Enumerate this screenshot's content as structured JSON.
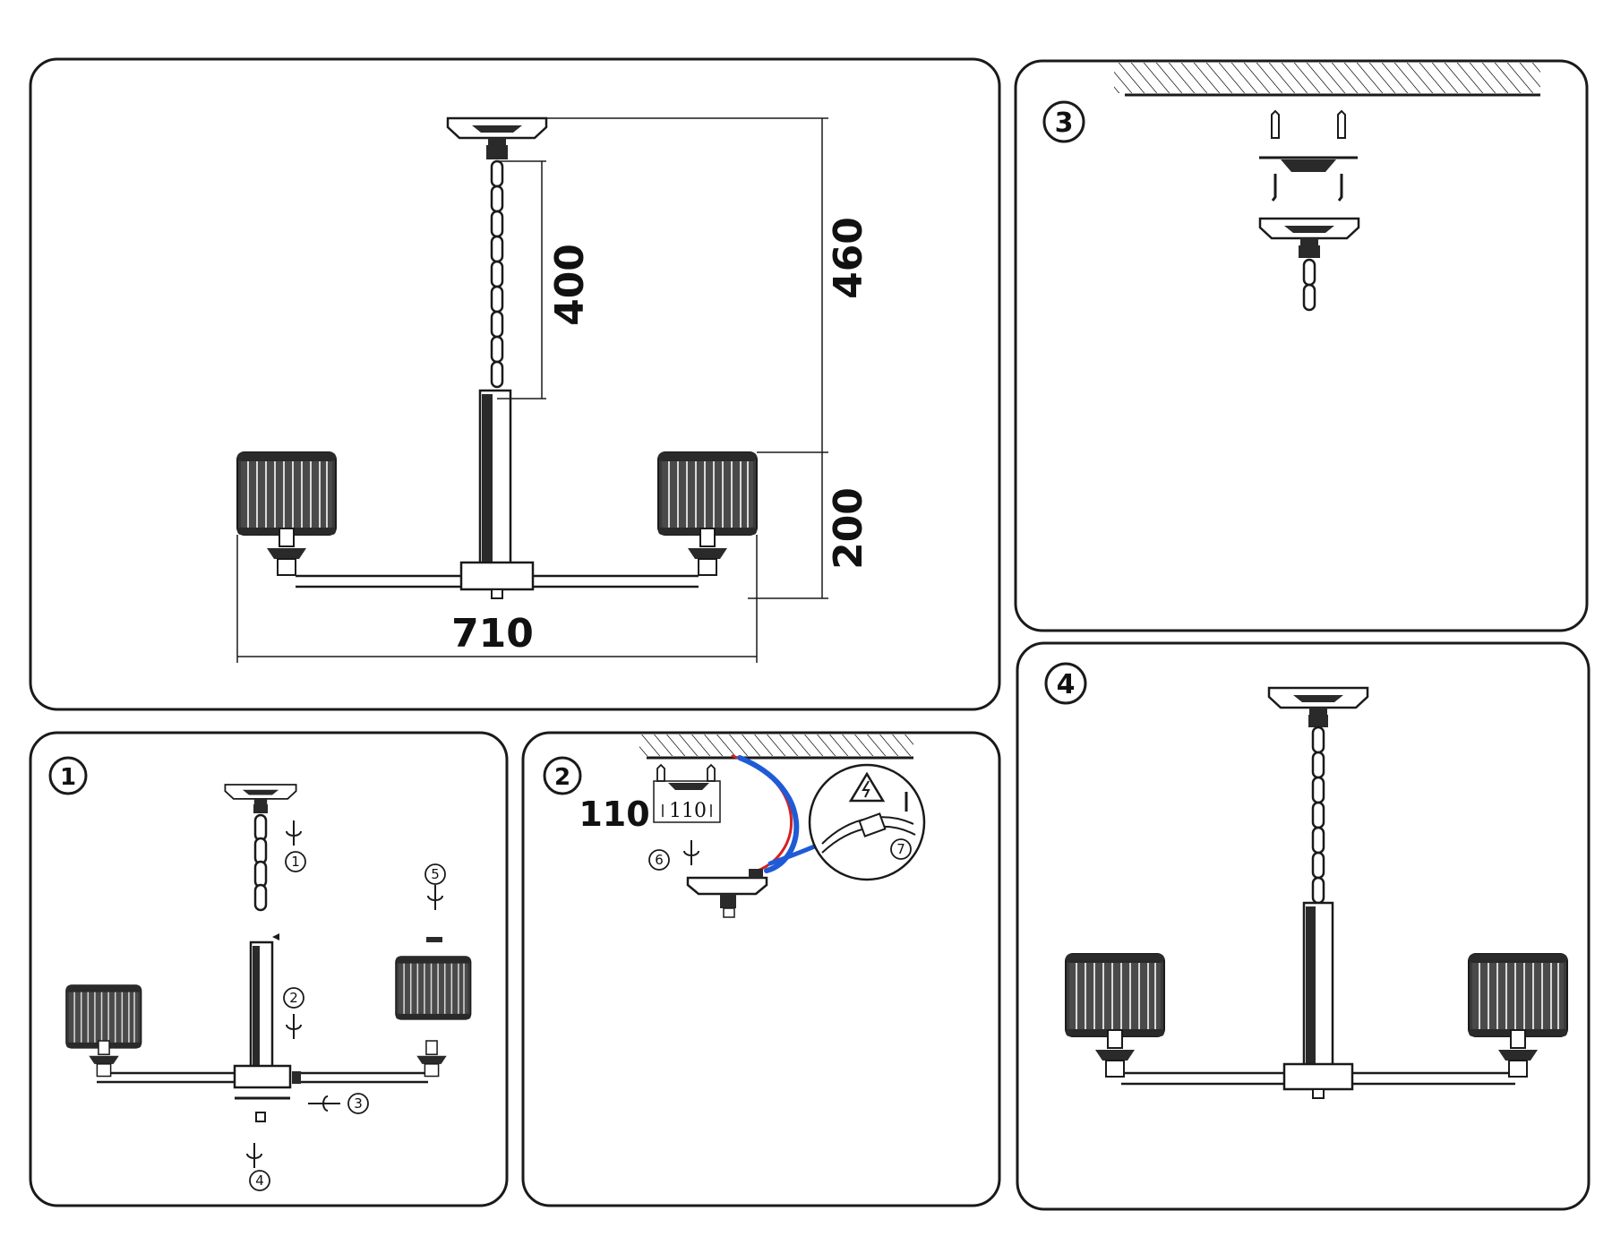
{
  "main_view": {
    "dim_width": "710",
    "dim_chain": "400",
    "dim_drop": "460",
    "dim_shade": "200"
  },
  "steps": {
    "step1": {
      "badge": "1",
      "subs": [
        "1",
        "2",
        "3",
        "4",
        "5"
      ]
    },
    "step2": {
      "badge": "2",
      "mount_size_big": "110",
      "mount_size_small": "110",
      "subs": [
        "6",
        "7"
      ]
    },
    "step3": {
      "badge": "3"
    },
    "step4": {
      "badge": "4"
    }
  },
  "colors": {
    "line": "#1a1a1a",
    "wire_blue": "#1f5bd6",
    "wire_red": "#d62020",
    "warning": "#1a1a1a"
  }
}
